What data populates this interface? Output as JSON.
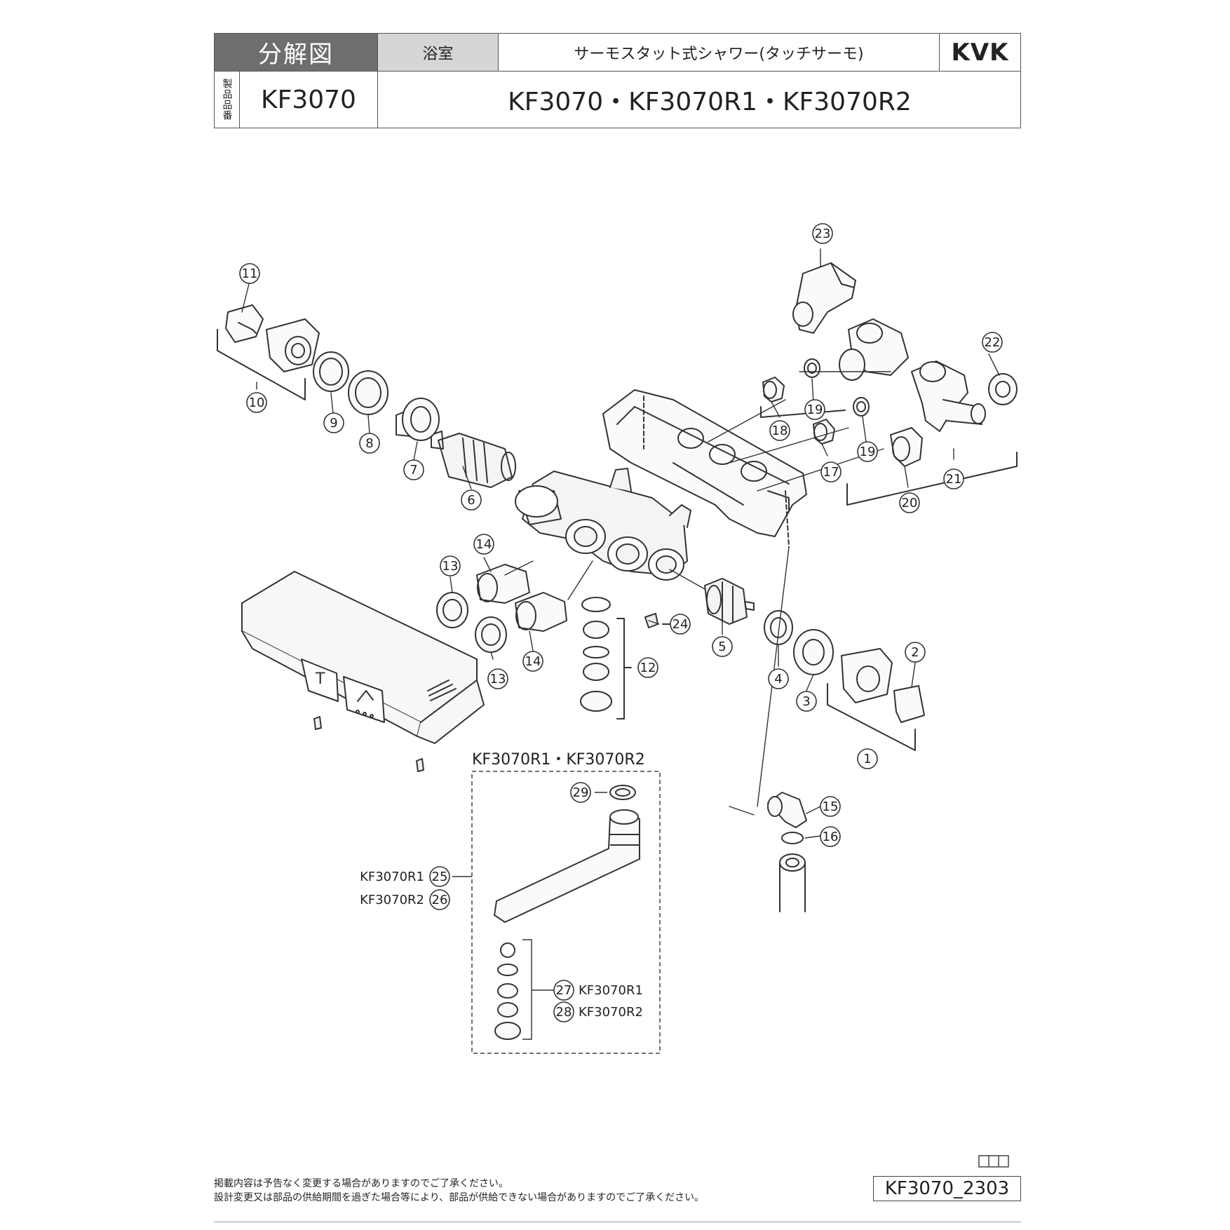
{
  "header": {
    "title": "分解図",
    "category": "浴室",
    "product_name": "サーモスタット式シャワー(タッチサーモ)",
    "brand": "KVK",
    "vertical_label": "製品品番",
    "product_code": "KF3070",
    "models": "KF3070・KF3070R1・KF3070R2"
  },
  "parts": [
    "1",
    "2",
    "3",
    "4",
    "5",
    "6",
    "7",
    "8",
    "9",
    "10",
    "11",
    "12",
    "13",
    "14",
    "15",
    "16",
    "17",
    "18",
    "19",
    "20",
    "21",
    "22",
    "23",
    "24",
    "25",
    "26",
    "27",
    "28",
    "29"
  ],
  "inset": {
    "title": "KF3070R1・KF3070R2",
    "spout_r1": "KF3070R1",
    "spout_r2": "KF3070R2",
    "aerator_r1": "KF3070R1",
    "aerator_r2": "KF3070R2"
  },
  "footer": {
    "note1": "掲載内容は予告なく変更する場合がありますのでご了承ください。",
    "note2": "設計変更又は部品の供給期間を過ぎた場合等により、部品が供給できない場合がありますのでご了承ください。",
    "doc_id": "KF3070_2303"
  },
  "colors": {
    "header_dark": "#6e6e6e",
    "header_light": "#d6d6d6",
    "line": "#333333"
  }
}
